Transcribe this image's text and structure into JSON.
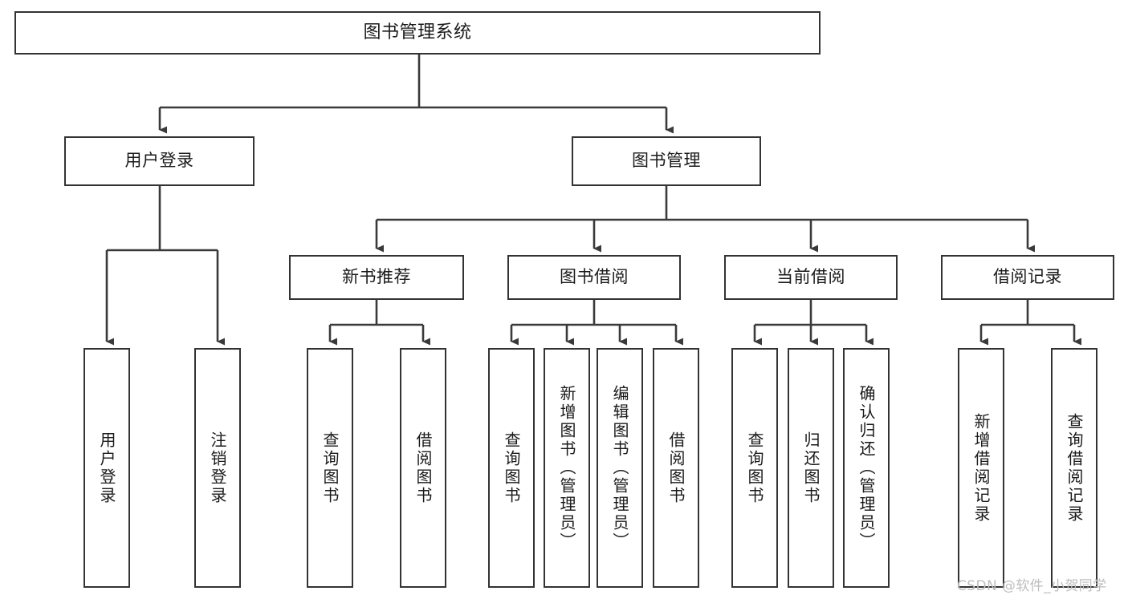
{
  "diagram": {
    "title": "图书管理系统",
    "type": "tree-hierarchy-chart",
    "root": {
      "label": "图书管理系统"
    },
    "level1": [
      {
        "label": "用户登录"
      },
      {
        "label": "图书管理"
      }
    ],
    "level2": [
      {
        "label": "新书推荐"
      },
      {
        "label": "图书借阅"
      },
      {
        "label": "当前借阅"
      },
      {
        "label": "借阅记录"
      }
    ],
    "leaves": [
      {
        "label": "用户登录"
      },
      {
        "label": "注销登录"
      },
      {
        "label": "查询图书"
      },
      {
        "label": "借阅图书"
      },
      {
        "label": "查询图书"
      },
      {
        "label": "新增图书（管理员）"
      },
      {
        "label": "编辑图书（管理员）"
      },
      {
        "label": "借阅图书"
      },
      {
        "label": "查询图书"
      },
      {
        "label": "归还图书"
      },
      {
        "label": "确认归还（管理员）"
      },
      {
        "label": "新增借阅记录"
      },
      {
        "label": "查询借阅记录"
      }
    ]
  },
  "watermark": {
    "text": "CSDN @软件_小贺同学"
  },
  "colors": {
    "border": "#333333",
    "text": "#1a1a1a",
    "background": "#ffffff",
    "wire": "#3a3a3a",
    "watermark": "#bdbdbd"
  }
}
